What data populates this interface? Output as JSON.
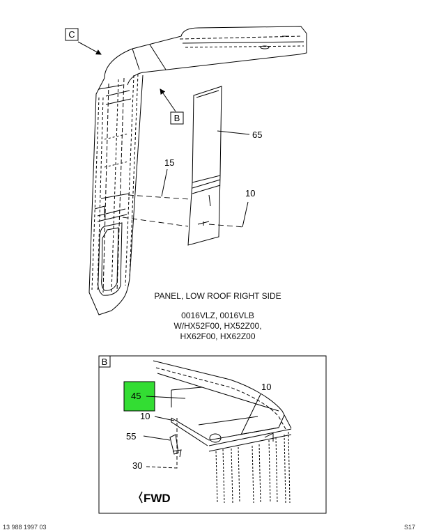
{
  "diagram": {
    "view_labels": {
      "c": "C",
      "b": "B"
    },
    "callouts": {
      "c65": "65",
      "c15": "15",
      "c10_main": "10",
      "c45": "45",
      "c10_detail_right": "10",
      "c10_detail_left": "10",
      "c55": "55",
      "c30": "30"
    },
    "fwd_label": "FWD",
    "caption": {
      "title": "PANEL, LOW ROOF RIGHT SIDE",
      "models": [
        "0016VLZ, 0016VLB",
        "W/HX52F00, HX52Z00,",
        "HX62F00, HX62Z00"
      ]
    },
    "footer": {
      "left": "13 988 1997 03",
      "right": "S17"
    },
    "colors": {
      "highlight": "#33dd33",
      "line": "#000000"
    }
  }
}
